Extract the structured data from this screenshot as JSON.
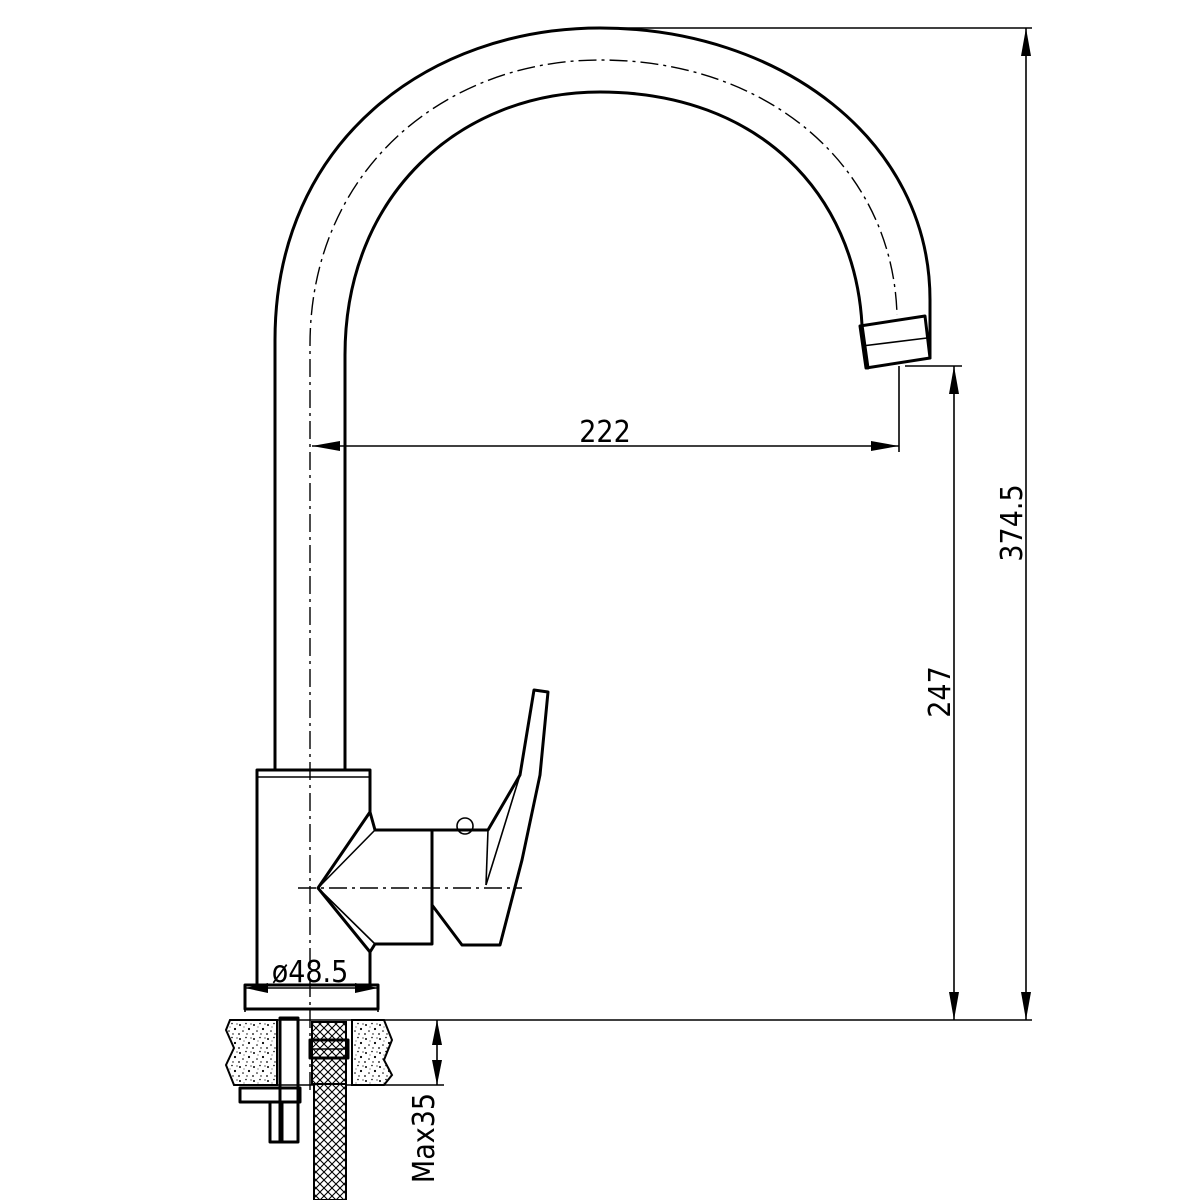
{
  "dimensions": {
    "reach": "222",
    "total_height": "374.5",
    "spout_height": "247",
    "base_diameter": "ø48.5",
    "max_counter_thickness": "Max35"
  }
}
